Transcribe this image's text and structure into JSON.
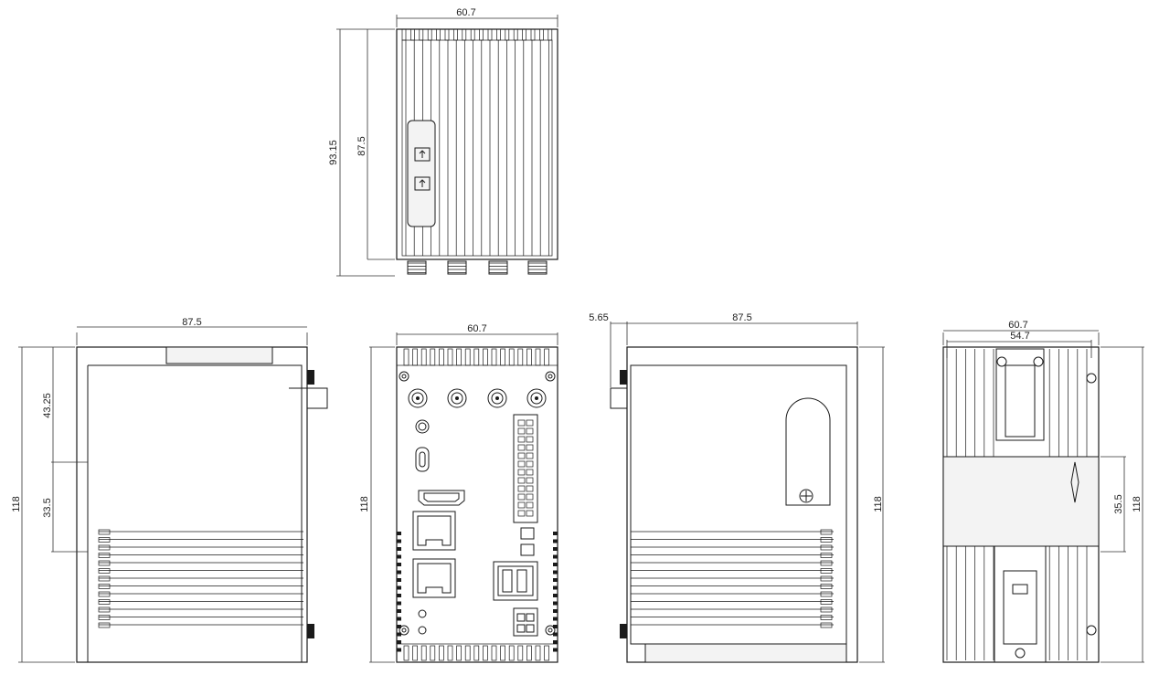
{
  "dimensions": {
    "top_width": "60.7",
    "top_height_outer": "93.15",
    "top_height_inner": "87.5",
    "left_width": "87.5",
    "left_upper": "43.25",
    "left_middle": "33.5",
    "left_height": "118",
    "front_width": "60.7",
    "front_height": "118",
    "right_offset": "5.65",
    "right_width": "87.5",
    "right_height": "118",
    "back_width_outer": "60.7",
    "back_width_inner": "54.7",
    "back_rail": "35.5",
    "back_height": "118"
  }
}
